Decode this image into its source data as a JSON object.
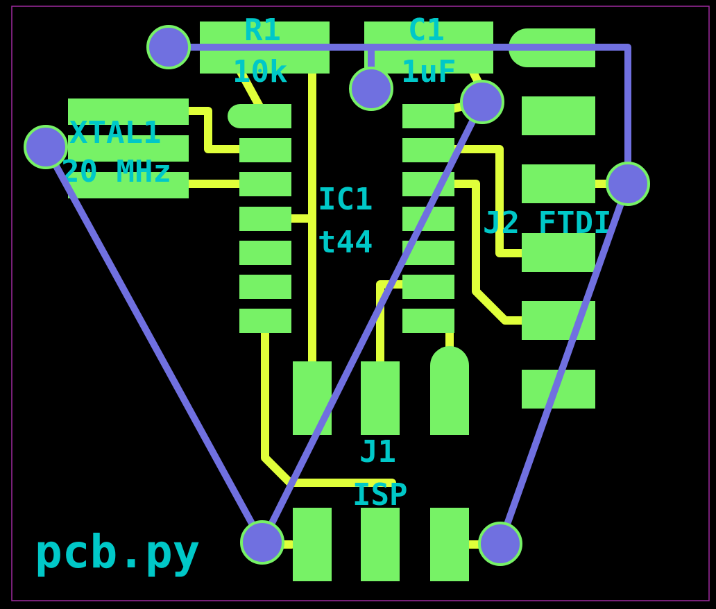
{
  "colors": {
    "background": "#000000",
    "outline": "#a02ba0",
    "pad": "#77f266",
    "trace": "#e0ff3a",
    "via": "#7070e0",
    "via_ring": "#77f266",
    "label": "#00c8c8"
  },
  "labels": {
    "r1_ref": "R1",
    "r1_value": "10k",
    "c1_ref": "C1",
    "c1_value": "1uF",
    "xtal_ref": "XTAL1",
    "xtal_value": "20 MHz",
    "ic1_ref": "IC1",
    "ic1_value": "t44",
    "j2_label": "J2 FTDI",
    "j1_ref": "J1",
    "j1_value": "ISP",
    "board_name": "pcb.py"
  }
}
